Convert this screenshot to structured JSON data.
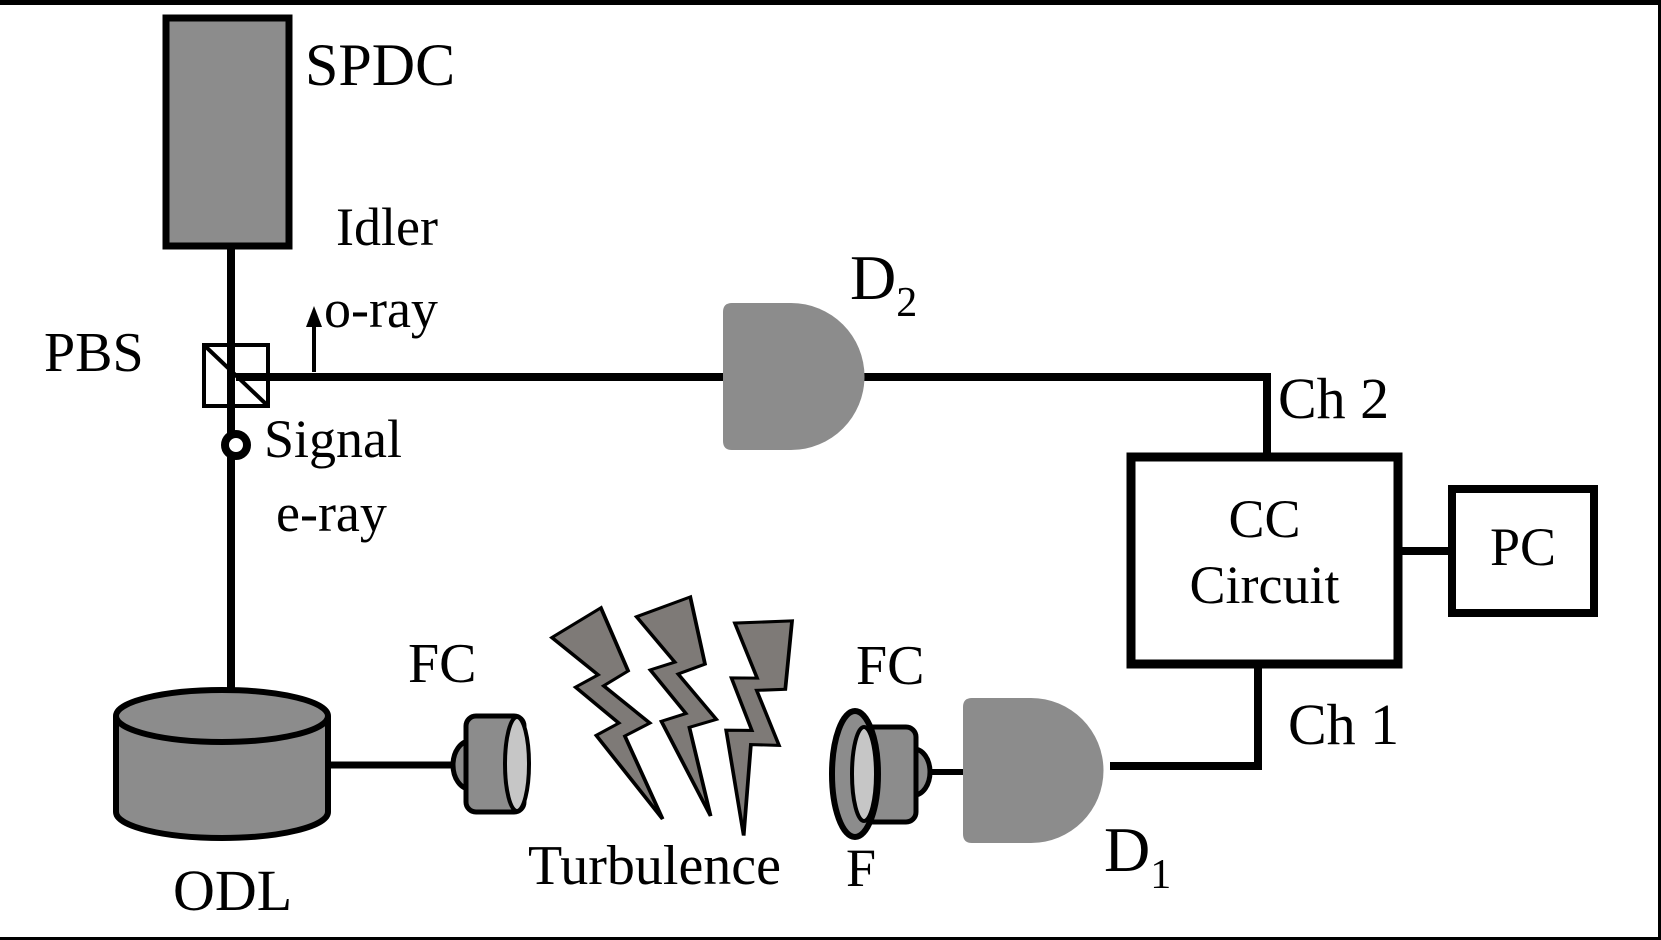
{
  "diagram": {
    "title_hint": "quantum optics coincidence-counting setup",
    "labels": {
      "spdc": "SPDC",
      "pbs": "PBS",
      "idler_line1": "Idler",
      "idler_line2": "o-ray",
      "signal_line1": "Signal",
      "signal_line2": "e-ray",
      "odl": "ODL",
      "fc_left": "FC",
      "fc_right": "FC",
      "turbulence": "Turbulence",
      "filter": "F",
      "detector2": {
        "main": "D",
        "sub": "2"
      },
      "detector1": {
        "main": "D",
        "sub": "1"
      },
      "cc_line1": "CC",
      "cc_line2": "Circuit",
      "pc": "PC",
      "ch2": "Ch 2",
      "ch1": "Ch 1"
    },
    "colors": {
      "component_gray": "#8c8c8c",
      "light_gray": "#c6c6c6",
      "bolt_gray": "#7e7a77",
      "line_black": "#000000",
      "background": "#ffffff"
    }
  }
}
